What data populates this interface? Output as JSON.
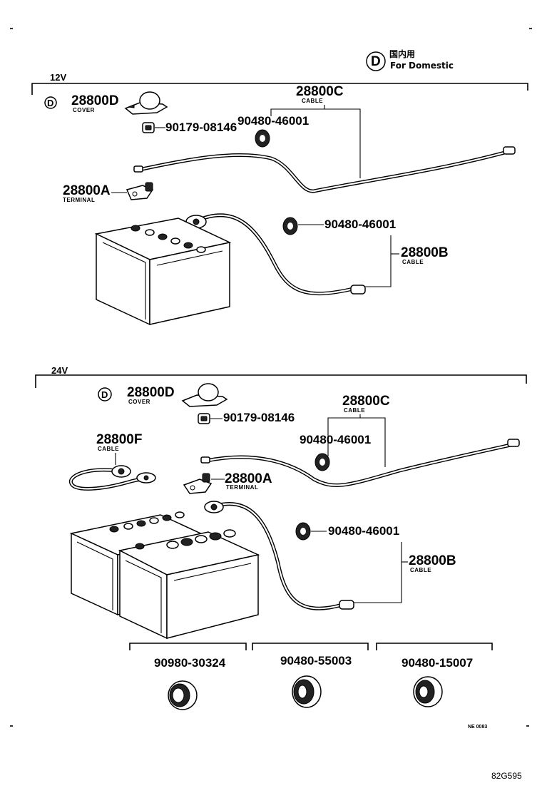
{
  "legend": {
    "symbol": "D",
    "jp": "国内用",
    "en": "For Domestic"
  },
  "section_12v": {
    "title": "12V",
    "badge": "D",
    "cover_pn": "28800D",
    "cover_label": "COVER",
    "nut_pn": "90179-08146",
    "cable_c_pn": "28800C",
    "cable_c_label": "CABLE",
    "grommet1_pn": "90480-46001",
    "terminal_pn": "28800A",
    "terminal_label": "TERMINAL",
    "grommet2_pn": "90480-46001",
    "cable_b_pn": "28800B",
    "cable_b_label": "CABLE"
  },
  "section_24v": {
    "title": "24V",
    "badge": "D",
    "cover_pn": "28800D",
    "cover_label": "COVER",
    "nut_pn": "90179-08146",
    "cable_c_pn": "28800C",
    "cable_c_label": "CABLE",
    "grommet1_pn": "90480-46001",
    "cable_f_pn": "28800F",
    "cable_f_label": "CABLE",
    "terminal_pn": "28800A",
    "terminal_label": "TERMINAL",
    "grommet2_pn": "90480-46001",
    "cable_b_pn": "28800B",
    "cable_b_label": "CABLE"
  },
  "options": {
    "opt1_pn": "90980-30324",
    "opt2_pn": "90480-55003",
    "opt3_pn": "90480-15007"
  },
  "footer": {
    "small_code": "NE 0083",
    "figure_code": "82G595"
  }
}
